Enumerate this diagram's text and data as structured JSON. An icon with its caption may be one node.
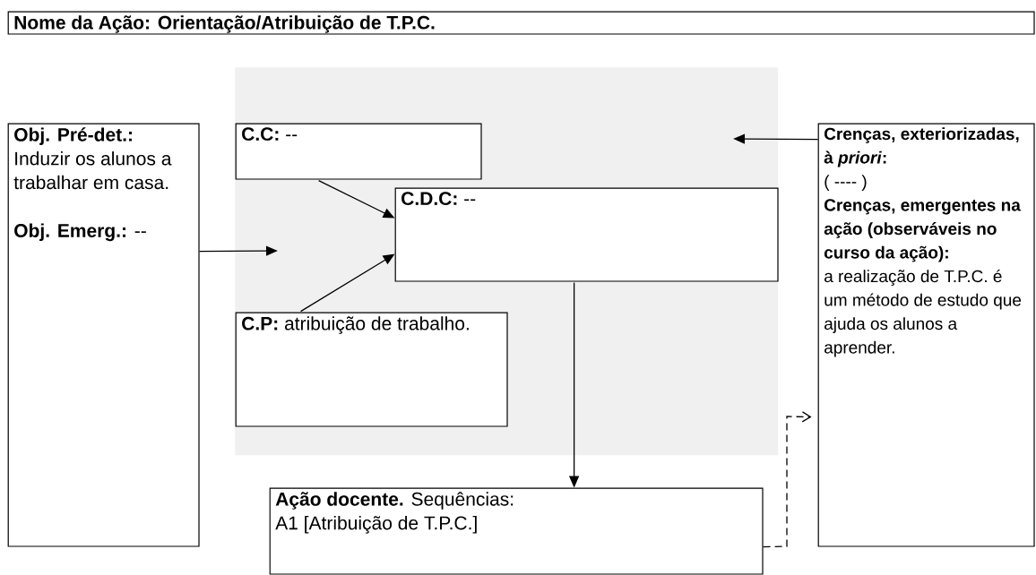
{
  "diagram": {
    "nodes": [
      {
        "text": [
          "Nome da Ação: Orientação/Atribuição de T.P.C."
        ]
      },
      {
        "text": [
          "**Obj. Pré-det.:** Induzir os alunos a trabalhar em casa.",
          "**Obj. Emerg.:** --"
        ]
      },
      {
        "text": [],
        "shape": "box"
      },
      {
        "text": [
          "**C.C:** --"
        ],
        "in": 2
      },
      {
        "text": [
          "**C.D.C:** --"
        ],
        "in": 2
      },
      {
        "text": [
          "**C.P:** atribuição de trabalho."
        ],
        "in": 2
      },
      {
        "text": [
          "**Ação docente.** Sequências:",
          "A1 [Atribuição de T.P.C.]"
        ]
      },
      {
        "text": [
          "Crenças, exteriorizadas, à *priori*:",
          "( ---- )",
          "Crenças, emergentes na ação (observáveis no curso da ação):",
          "a realização de T.P.C. é um método de estudo que ajuda os alunos a aprender."
        ]
      }
    ],
    "edges": [
      {
        "from": 1,
        "to": 2,
        "arrow": "to"
      },
      {
        "from": 7,
        "to": 2,
        "arrow": "to"
      },
      {
        "from": 3,
        "to": 4,
        "arrow": "to"
      },
      {
        "from": 5,
        "to": 4,
        "arrow": "to"
      },
      {
        "from": 4,
        "to": 6,
        "arrow": "to"
      },
      {
        "from": 6,
        "to": 7,
        "arrow": "to",
        "style": "dashed"
      }
    ]
  }
}
